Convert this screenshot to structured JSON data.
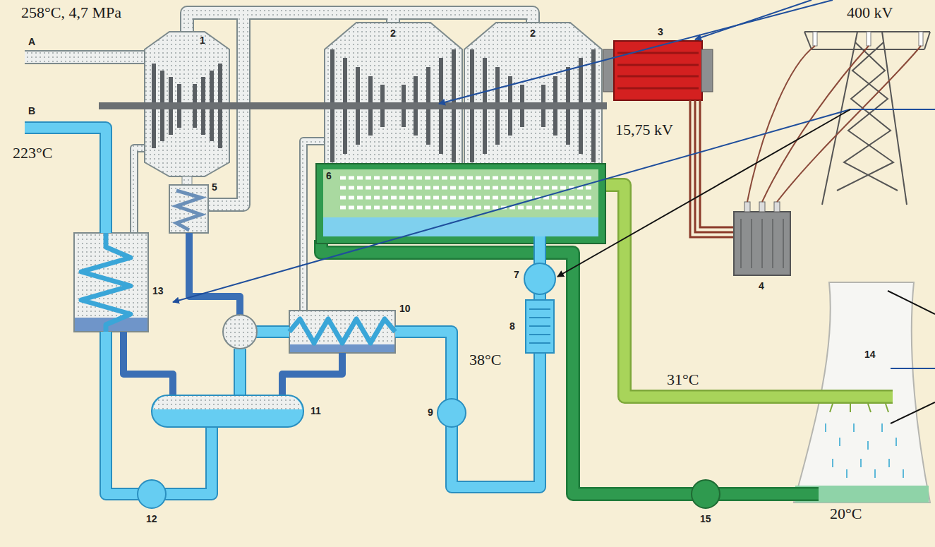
{
  "diagram": {
    "labels": [
      "258°C, 4,7 MPa",
      "400 kV",
      "A",
      "1",
      "2",
      "2",
      "3",
      "B",
      "223°C",
      "15,75 kV",
      "5",
      "6",
      "4",
      "13",
      "10",
      "38°C",
      "7",
      "14",
      "31°C",
      "9",
      "8",
      "11",
      "20°C",
      "12",
      "15"
    ]
  }
}
